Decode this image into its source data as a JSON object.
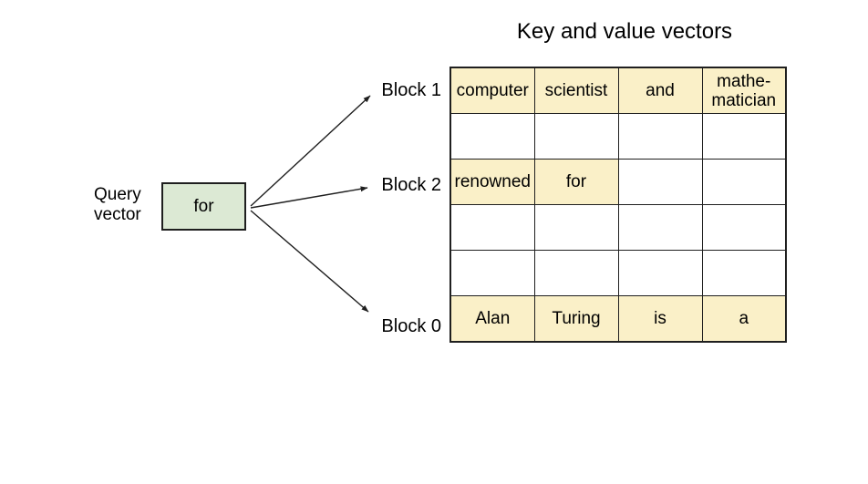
{
  "title": "Key and value vectors",
  "query": {
    "label_line1": "Query",
    "label_line2": "vector",
    "box_text": "for"
  },
  "blocks": [
    {
      "label": "Block 1"
    },
    {
      "label": "Block 2"
    },
    {
      "label": "Block 0"
    }
  ],
  "table": {
    "rows": [
      {
        "cells": [
          {
            "text": "computer",
            "highlight": true
          },
          {
            "text": "scientist",
            "highlight": true
          },
          {
            "text": "and",
            "highlight": true
          },
          {
            "text": "mathe-\nmatician",
            "highlight": true
          }
        ]
      },
      {
        "cells": [
          {
            "text": "",
            "highlight": false
          },
          {
            "text": "",
            "highlight": false
          },
          {
            "text": "",
            "highlight": false
          },
          {
            "text": "",
            "highlight": false
          }
        ]
      },
      {
        "cells": [
          {
            "text": "renowned",
            "highlight": true
          },
          {
            "text": "for",
            "highlight": true
          },
          {
            "text": "",
            "highlight": false
          },
          {
            "text": "",
            "highlight": false
          }
        ]
      },
      {
        "cells": [
          {
            "text": "",
            "highlight": false
          },
          {
            "text": "",
            "highlight": false
          },
          {
            "text": "",
            "highlight": false
          },
          {
            "text": "",
            "highlight": false
          }
        ]
      },
      {
        "cells": [
          {
            "text": "",
            "highlight": false
          },
          {
            "text": "",
            "highlight": false
          },
          {
            "text": "",
            "highlight": false
          },
          {
            "text": "",
            "highlight": false
          }
        ]
      },
      {
        "cells": [
          {
            "text": "Alan",
            "highlight": true
          },
          {
            "text": "Turing",
            "highlight": true
          },
          {
            "text": "is",
            "highlight": true
          },
          {
            "text": "a",
            "highlight": true
          }
        ]
      }
    ]
  },
  "colors": {
    "highlight-yellow": "#FAF0C8",
    "highlight-green": "#DCE9D4",
    "line": "#1f1f1f"
  }
}
